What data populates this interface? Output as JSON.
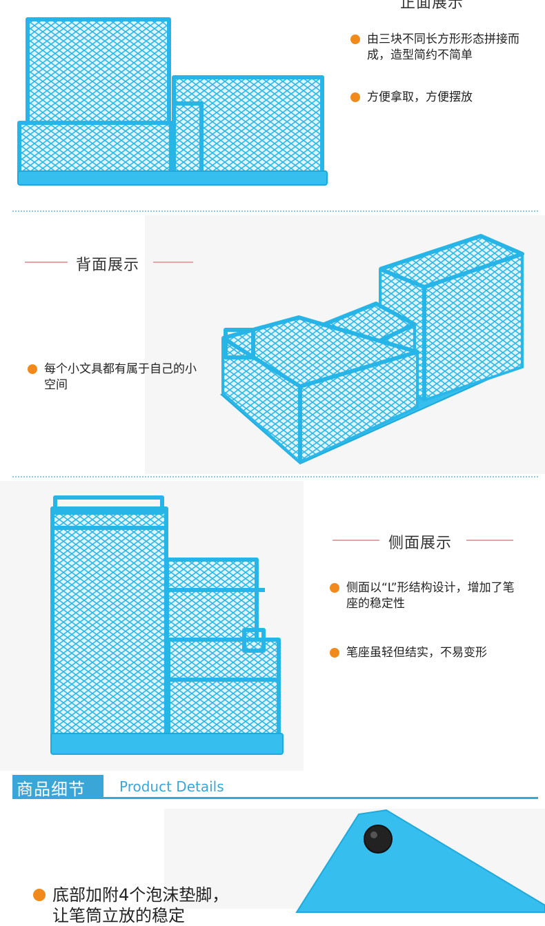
{
  "front": {
    "title": "正面展示",
    "bullets": [
      "由三块不同长方形形态拼接而成，造型简约不简单",
      "方便拿取，方便摆放"
    ]
  },
  "back": {
    "title": "背面展示",
    "bullets": [
      "每个小文具都有属于自己的小空间"
    ]
  },
  "side": {
    "title": "侧面展示",
    "bullets": [
      "侧面以“L”形结构设计，增加了笔座的稳定性",
      "笔座虽轻但结实，不易变形"
    ]
  },
  "details": {
    "cn": "商品细节",
    "en": "Product Details",
    "bullet": "底部加附4个泡沫垫脚，",
    "bullet_cont": "让笔筒立放的稳定"
  },
  "colors": {
    "product": "#36bfee",
    "accent_dot": "#f08a1c",
    "title_bar": "#3aa6d8"
  }
}
